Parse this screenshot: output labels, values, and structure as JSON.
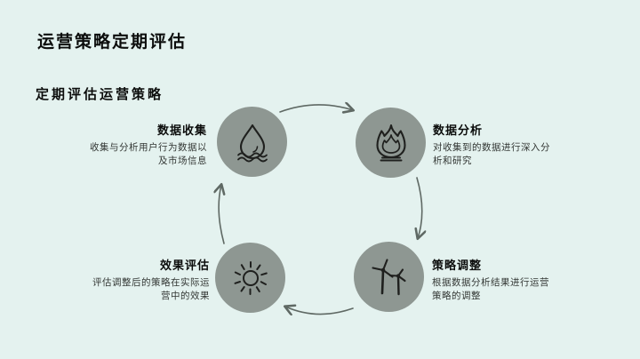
{
  "slide": {
    "title": "运营策略定期评估",
    "subtitle": "定期评估运营策略"
  },
  "colors": {
    "background": "#e4f2ef",
    "circle_fill": "#8e9792",
    "arrow": "#5f6964",
    "icon_stroke": "#1f201e",
    "title_text": "#0c0d0c",
    "desc_text": "#333734"
  },
  "diagram": {
    "nodes": [
      {
        "id": "data-collection",
        "icon": "water-drop-icon",
        "title": "数据收集",
        "desc": "收集与分析用户行为数据以及市场信息"
      },
      {
        "id": "data-analysis",
        "icon": "flame-icon",
        "title": "数据分析",
        "desc": "对收集到的数据进行深入分析和研究"
      },
      {
        "id": "strategy-adjustment",
        "icon": "wind-turbine-icon",
        "title": "策略调整",
        "desc": "根据数据分析结果进行运营策略的调整"
      },
      {
        "id": "effect-evaluation",
        "icon": "sun-icon",
        "title": "效果评估",
        "desc": "评估调整后的策略在实际运营中的效果"
      }
    ]
  }
}
